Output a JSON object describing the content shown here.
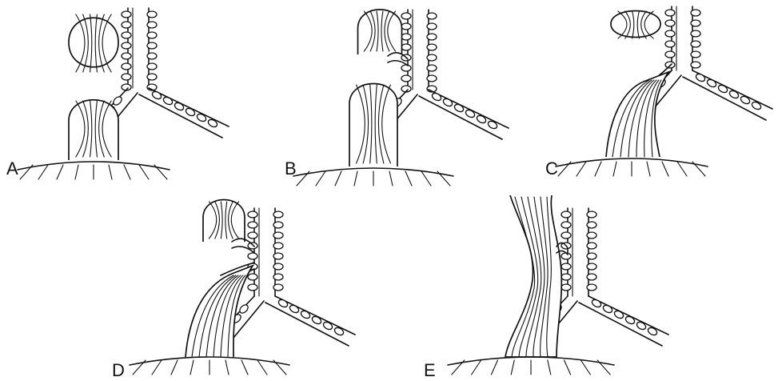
{
  "panels": [
    {
      "id": "A",
      "label": "A",
      "type": "separate"
    },
    {
      "id": "B",
      "label": "B",
      "type": "upper-fistula"
    },
    {
      "id": "C",
      "label": "C",
      "type": "lower-fistula"
    },
    {
      "id": "D",
      "label": "D",
      "type": "double-fistula"
    },
    {
      "id": "E",
      "label": "E",
      "type": "h-type"
    }
  ]
}
